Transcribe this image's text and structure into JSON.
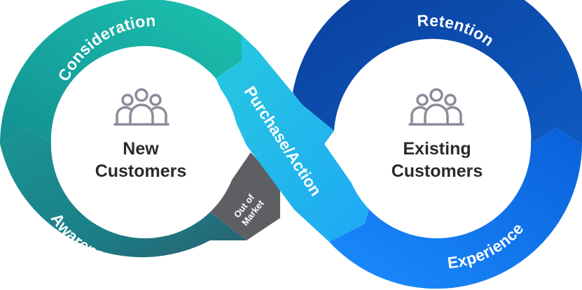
{
  "left_loop": {
    "top_label": "Consideration",
    "bottom_label": "Awareness",
    "center_line1": "New",
    "center_line2": "Customers",
    "icon": "people-group-icon"
  },
  "right_loop": {
    "top_label": "Retention",
    "bottom_label": "Experience",
    "center_line1": "Existing",
    "center_line2": "Customers",
    "icon": "people-group-icon"
  },
  "crossing": {
    "label": "Purchase/Action"
  },
  "out_of_market": {
    "line1": "Out of",
    "line2": "Market"
  },
  "colors": {
    "consideration": "#18b7ad",
    "awareness": "#1d8e8f",
    "retention": "#0d56b5",
    "experience": "#0a70f0",
    "purchase": "#29b9f0",
    "out_of_market": "#5d5f63",
    "icon_stroke": "#8a8c9a",
    "center_text": "#2b2b2b"
  }
}
